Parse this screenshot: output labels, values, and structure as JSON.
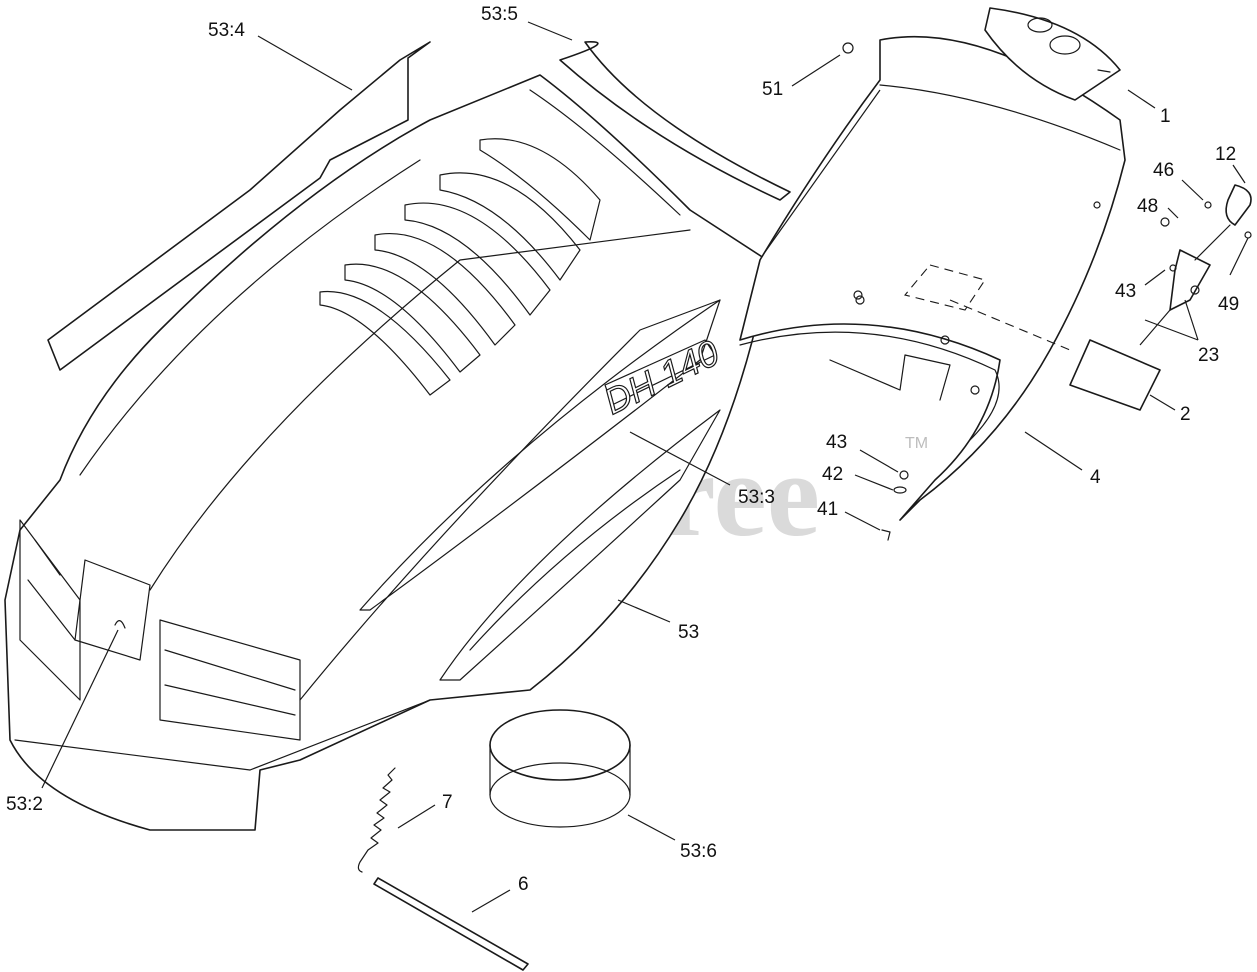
{
  "watermark": {
    "text": "PartsTree",
    "trademark": "TM"
  },
  "hood_logo": "DH 140",
  "callouts": [
    {
      "id": "53-4",
      "label": "53:4"
    },
    {
      "id": "53-5",
      "label": "53:5"
    },
    {
      "id": "51",
      "label": "51"
    },
    {
      "id": "1",
      "label": "1"
    },
    {
      "id": "12",
      "label": "12"
    },
    {
      "id": "46",
      "label": "46"
    },
    {
      "id": "48",
      "label": "48"
    },
    {
      "id": "43a",
      "label": "43"
    },
    {
      "id": "49",
      "label": "49"
    },
    {
      "id": "23",
      "label": "23"
    },
    {
      "id": "2",
      "label": "2"
    },
    {
      "id": "4",
      "label": "4"
    },
    {
      "id": "43b",
      "label": "43"
    },
    {
      "id": "42",
      "label": "42"
    },
    {
      "id": "41",
      "label": "41"
    },
    {
      "id": "53-3",
      "label": "53:3"
    },
    {
      "id": "53",
      "label": "53"
    },
    {
      "id": "53-2",
      "label": "53:2"
    },
    {
      "id": "7",
      "label": "7"
    },
    {
      "id": "53-6",
      "label": "53:6"
    },
    {
      "id": "6",
      "label": "6"
    }
  ]
}
